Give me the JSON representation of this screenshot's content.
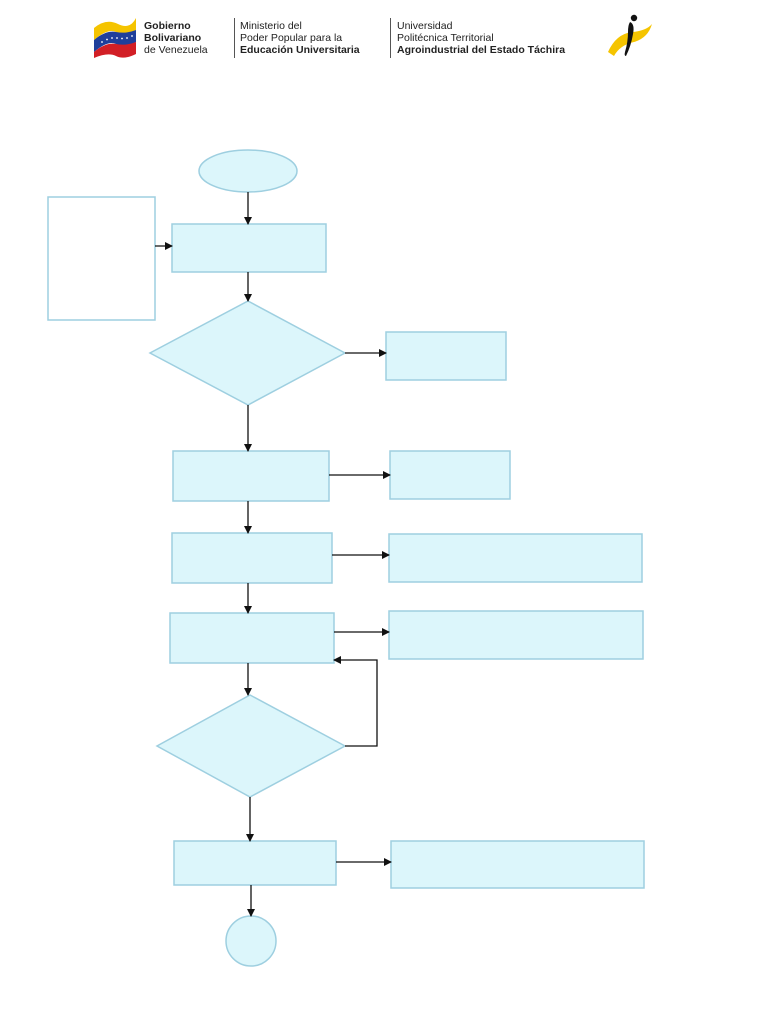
{
  "header": {
    "gobierno": {
      "line1": "Gobierno",
      "line2": "Bolivariano",
      "line3": "de Venezuela",
      "flag_colors": [
        "#f5c400",
        "#1f3f9b",
        "#d21f26"
      ]
    },
    "ministerio": {
      "line1": "Ministerio del",
      "line2": "Poder Popular para la",
      "line3": "Educación Universitaria"
    },
    "universidad": {
      "line1": "Universidad",
      "line2": "Politécnica Territorial",
      "line3": "Agroindustrial del Estado Táchira",
      "logo_colors": [
        "#f5c400",
        "#111111"
      ]
    }
  },
  "flowchart": {
    "fill_color": "#dcf6fb",
    "stroke_color": "#9ecfe0",
    "arrow_color": "#111111",
    "nodes": [
      {
        "id": "start",
        "shape": "ellipse",
        "text": ""
      },
      {
        "id": "side-note",
        "shape": "rect-white",
        "text": ""
      },
      {
        "id": "step-1",
        "shape": "rect",
        "text": ""
      },
      {
        "id": "decision-1",
        "shape": "diamond",
        "text": ""
      },
      {
        "id": "decision-1-out",
        "shape": "rect",
        "text": ""
      },
      {
        "id": "step-2",
        "shape": "rect",
        "text": ""
      },
      {
        "id": "step-2-out",
        "shape": "rect",
        "text": ""
      },
      {
        "id": "step-3",
        "shape": "rect",
        "text": ""
      },
      {
        "id": "step-3-out",
        "shape": "rect",
        "text": ""
      },
      {
        "id": "step-4",
        "shape": "rect",
        "text": ""
      },
      {
        "id": "step-4-out",
        "shape": "rect",
        "text": ""
      },
      {
        "id": "decision-2",
        "shape": "diamond",
        "text": ""
      },
      {
        "id": "step-5",
        "shape": "rect",
        "text": ""
      },
      {
        "id": "step-5-out",
        "shape": "rect",
        "text": ""
      },
      {
        "id": "end",
        "shape": "circle",
        "text": ""
      }
    ]
  }
}
